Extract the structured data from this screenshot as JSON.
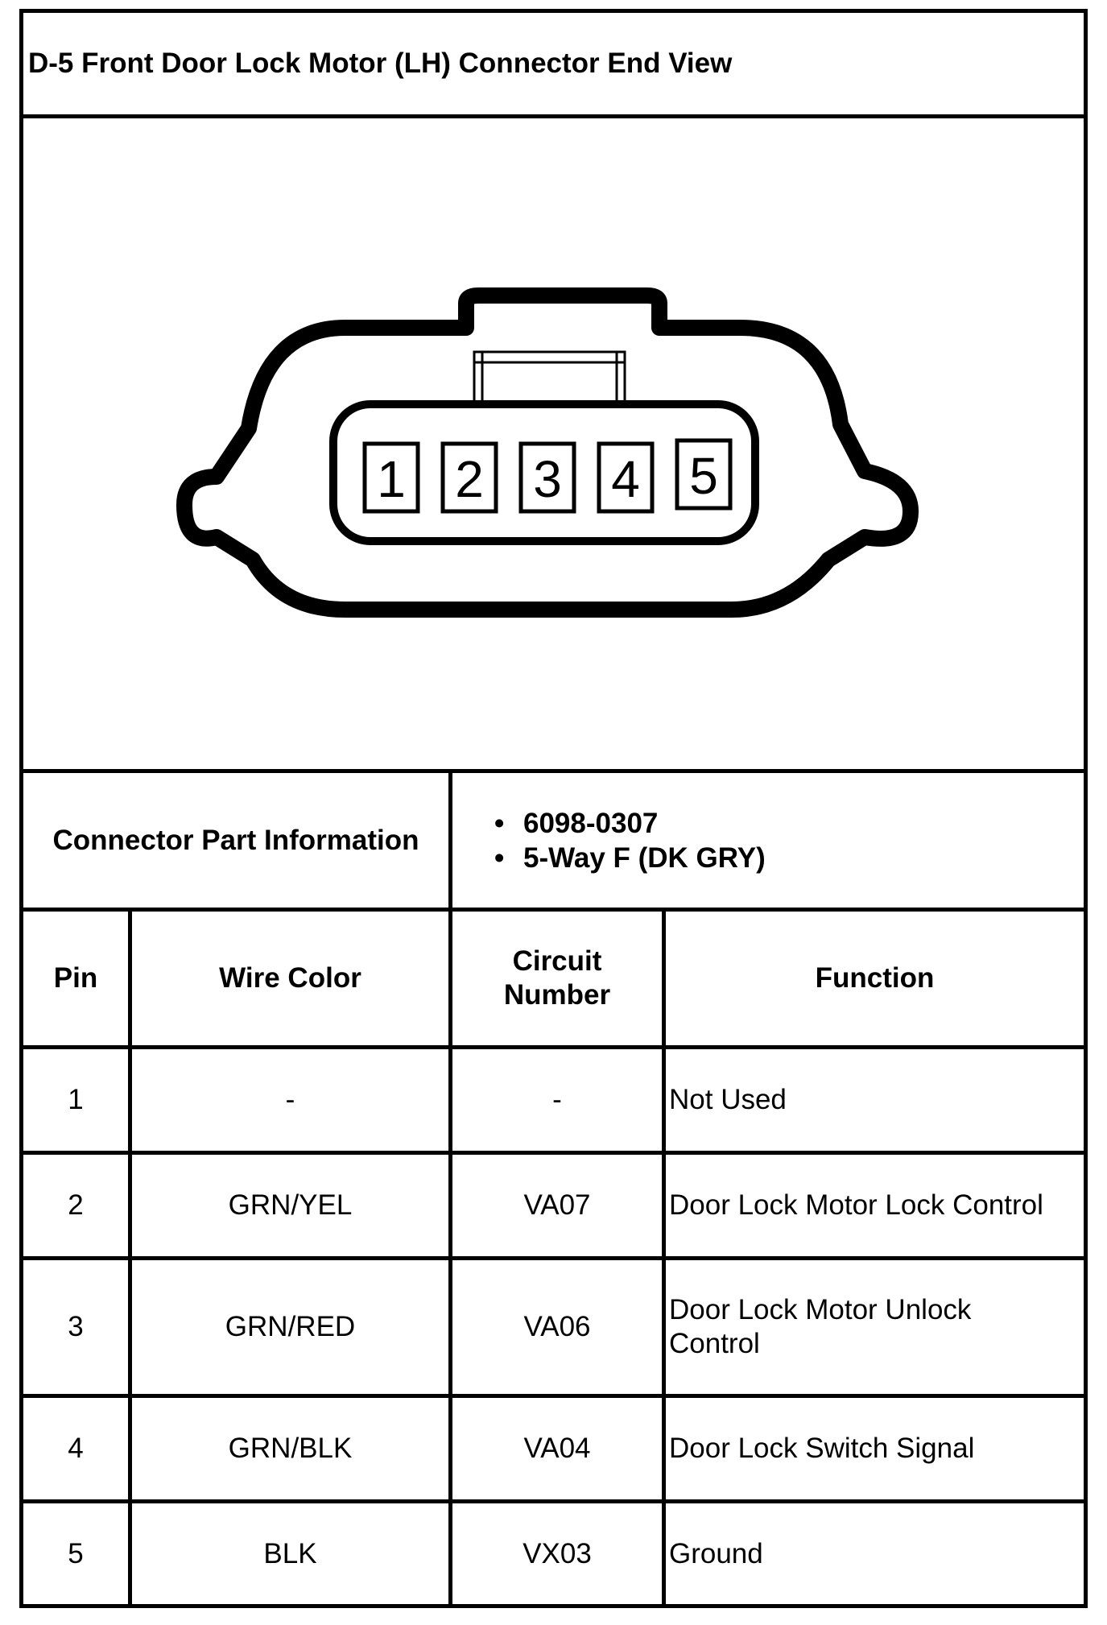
{
  "title": "D-5 Front Door Lock Motor (LH) Connector End View",
  "connector": {
    "pins": [
      "1",
      "2",
      "3",
      "4",
      "5"
    ]
  },
  "part_info": {
    "label": "Connector Part Information",
    "items": [
      "6098-0307",
      "5-Way F (DK GRY)"
    ]
  },
  "table": {
    "headers": {
      "pin": "Pin",
      "wire_color": "Wire Color",
      "circuit_line1": "Circuit",
      "circuit_line2": "Number",
      "function": "Function"
    },
    "rows": [
      {
        "pin": "1",
        "wire_color": "-",
        "circuit": "-",
        "function": "Not Used"
      },
      {
        "pin": "2",
        "wire_color": "GRN/YEL",
        "circuit": "VA07",
        "function": "Door Lock Motor Lock Control"
      },
      {
        "pin": "3",
        "wire_color": "GRN/RED",
        "circuit": "VA06",
        "function_line1": "Door Lock Motor Unlock",
        "function_line2": "Control"
      },
      {
        "pin": "4",
        "wire_color": "GRN/BLK",
        "circuit": "VA04",
        "function": "Door Lock Switch Signal"
      },
      {
        "pin": "5",
        "wire_color": "BLK",
        "circuit": "VX03",
        "function": "Ground"
      }
    ]
  }
}
